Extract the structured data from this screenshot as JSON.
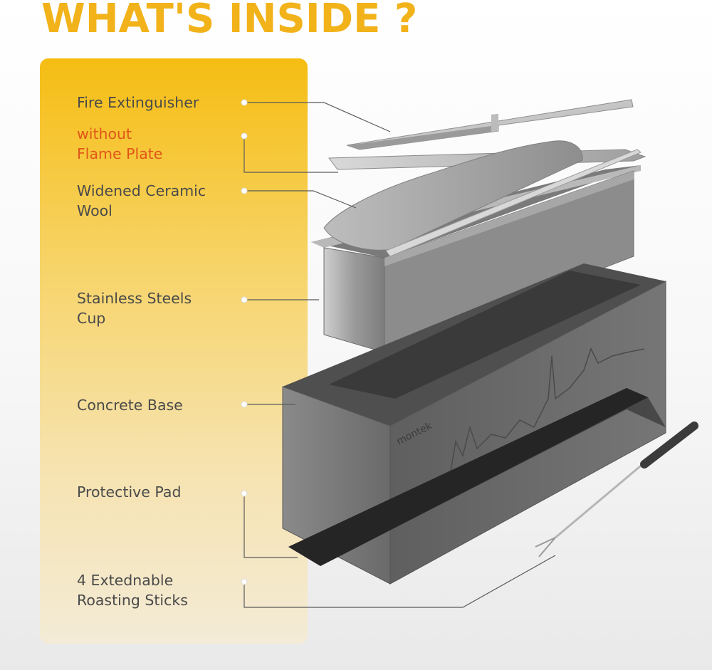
{
  "title": "WHAT'S INSIDE ?",
  "components": [
    {
      "lines": [
        "Fire Extinguisher"
      ]
    },
    {
      "lines": [
        "without",
        "Flame Plate"
      ]
    },
    {
      "lines": [
        "Widened Ceramic",
        "Wool"
      ]
    },
    {
      "lines": [
        "Stainless Steels",
        "Cup"
      ]
    },
    {
      "lines": [
        "Concrete Base"
      ]
    },
    {
      "lines": [
        "Protective Pad"
      ]
    },
    {
      "lines": [
        "4 Extednable",
        "Roasting Sticks"
      ]
    }
  ],
  "brand_mark": "montek",
  "colors": {
    "title": "#f2b21a",
    "panel_top": "#f5bd12",
    "panel_bottom": "#f3ebd6",
    "label_text": "#4a4a4a",
    "accent_text": "#e0561a"
  }
}
